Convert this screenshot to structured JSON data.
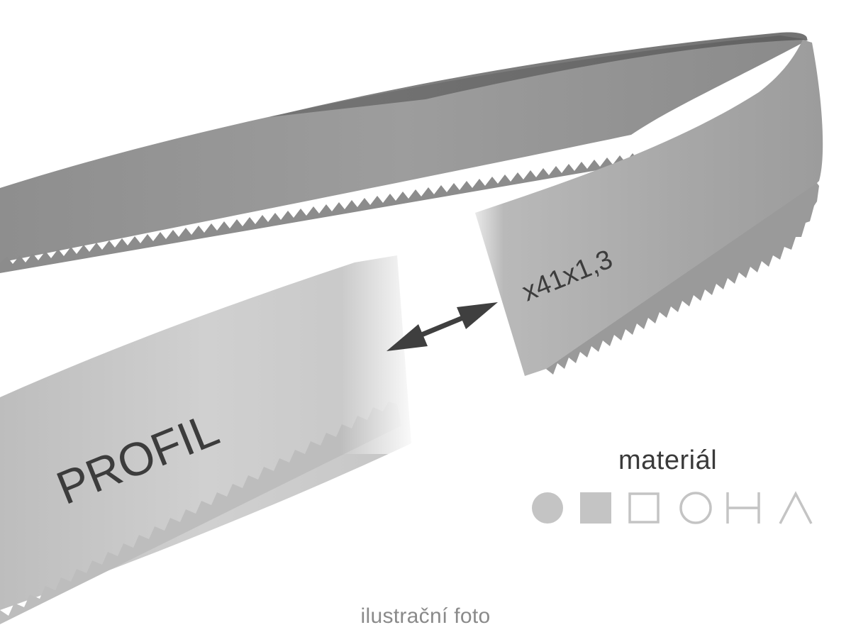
{
  "blade": {
    "profile_label": "PROFIL",
    "dimension_label": "x41x1,3",
    "colors": {
      "blade_light": "#cfcfcf",
      "blade_mid": "#a9a9a9",
      "blade_dark": "#808080",
      "text": "#3c3c3c",
      "arrow": "#3f3f3f"
    }
  },
  "legend": {
    "title": "materiál",
    "icons": [
      "filled-circle-icon",
      "filled-square-icon",
      "outline-square-icon",
      "outline-circle-icon",
      "h-beam-icon",
      "angle-icon"
    ],
    "color": "#c4c4c4"
  },
  "caption": "ilustrační foto"
}
